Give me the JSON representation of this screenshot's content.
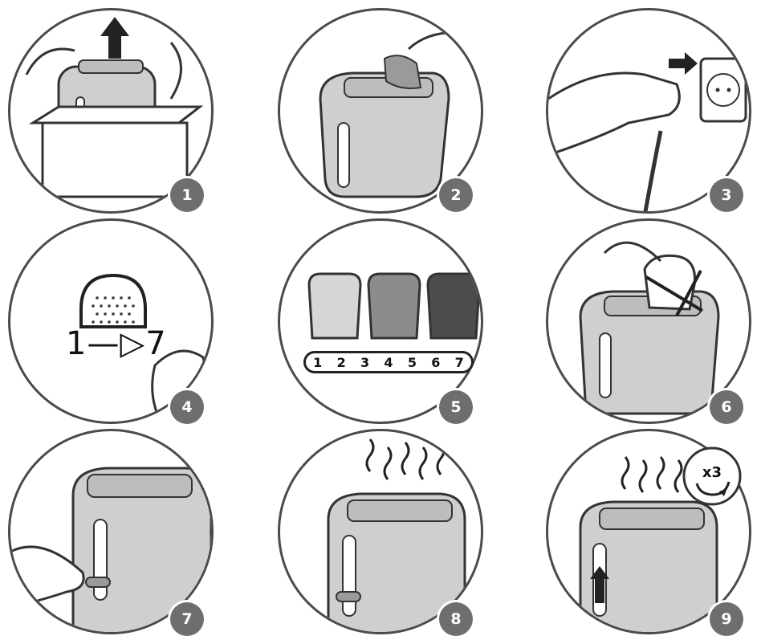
{
  "steps": [
    {
      "number": "1",
      "icon": "unbox-toaster-icon"
    },
    {
      "number": "2",
      "icon": "remove-packaging-icon"
    },
    {
      "number": "3",
      "icon": "plug-in-icon"
    },
    {
      "number": "4",
      "icon": "browning-setting-icon"
    },
    {
      "number": "5",
      "icon": "toast-shade-icon"
    },
    {
      "number": "6",
      "icon": "no-oversized-bread-icon"
    },
    {
      "number": "7",
      "icon": "press-lever-icon"
    },
    {
      "number": "8",
      "icon": "toasting-icon"
    },
    {
      "number": "9",
      "icon": "repeat-cycles-icon"
    }
  ],
  "browning_range": "1—▷7",
  "shade_scale": [
    "1",
    "2",
    "3",
    "4",
    "5",
    "6",
    "7"
  ],
  "repeat_label": "x3",
  "colors": {
    "outline": "#4b4b4b",
    "toaster_body": "#cfcfcf",
    "badge": "#6e6e6e",
    "ink": "#111111"
  }
}
